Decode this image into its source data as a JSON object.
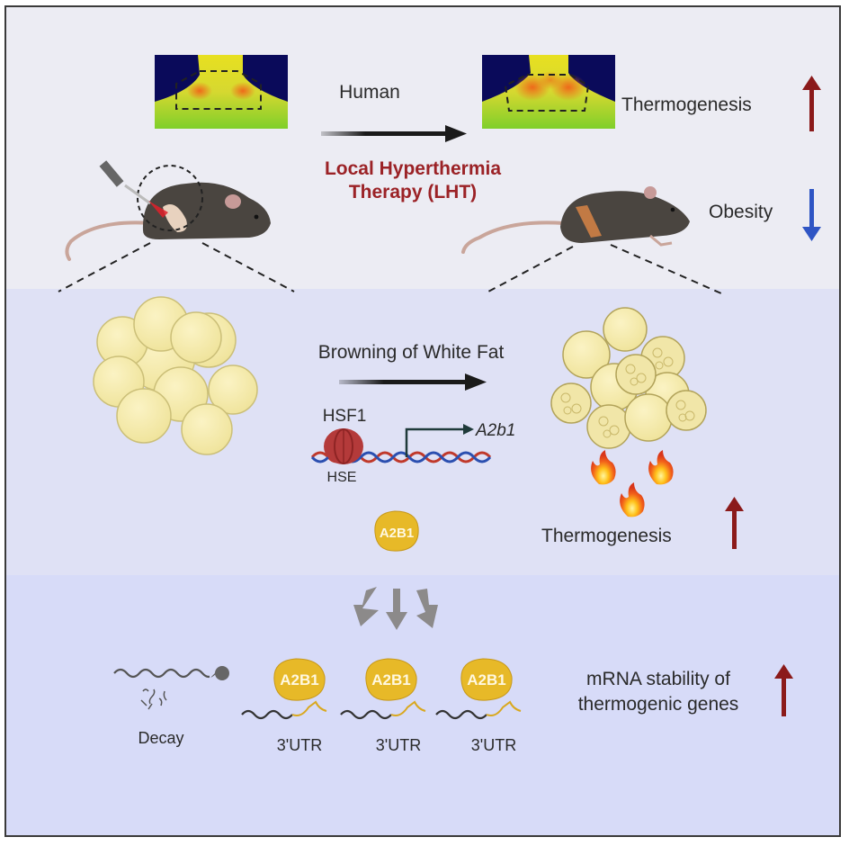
{
  "top_panel": {
    "human_label": "Human",
    "treatment_line1": "Local Hyperthermia",
    "treatment_line2": "Therapy (LHT)",
    "thermogenesis_label": "Thermogenesis",
    "obesity_label": "Obesity"
  },
  "middle_panel": {
    "browning_label": "Browning of White Fat",
    "hsf1_label": "HSF1",
    "gene_label": "A2b1",
    "hse_label": "HSE",
    "protein_label": "A2B1",
    "thermogenesis_label": "Thermogenesis"
  },
  "bottom_panel": {
    "decay_label": "Decay",
    "bound_complexes": [
      {
        "protein_label": "A2B1",
        "utr_label": "3'UTR"
      },
      {
        "protein_label": "A2B1",
        "utr_label": "3'UTR"
      },
      {
        "protein_label": "A2B1",
        "utr_label": "3'UTR"
      }
    ],
    "stability_line1": "mRNA stability of",
    "stability_line2": "thermogenic genes"
  },
  "colors": {
    "up_arrow": "#8b1a1a",
    "down_arrow": "#2f55c4",
    "treatment_text": "#9b2226",
    "protein_fill": "#e7b928",
    "hsf1_fill": "#b43a3a"
  },
  "icons": [
    "thermal-image",
    "mouse",
    "laser-probe",
    "fat-cells",
    "dna-helix",
    "flame",
    "rna-strand",
    "exonuclease"
  ]
}
